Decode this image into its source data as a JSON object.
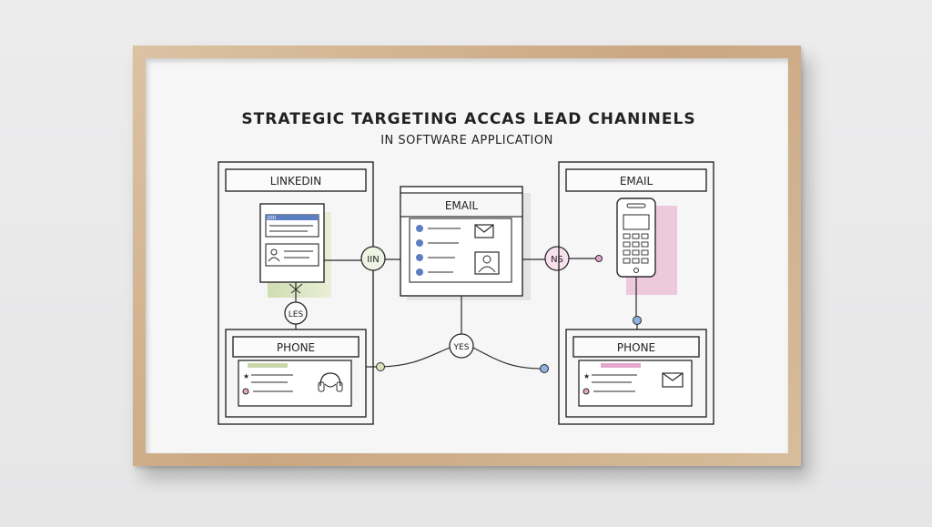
{
  "diagram": {
    "title": "STRATEGIC TARGETING ACCAS LEAD CHANINELS",
    "subtitle": "IN SOFTWARE APPLICATION",
    "left_panel": {
      "top_label": "LINKEDIN",
      "bottom_label": "PHONE",
      "card_tag": "JOD"
    },
    "center_panel": {
      "label": "EMAIL"
    },
    "right_panel": {
      "top_label": "EMAIL",
      "bottom_label": "PHONE"
    },
    "connectors": {
      "left_node": "IIN",
      "center_node": "YES",
      "left_down_node": "LES",
      "right_node": "NS"
    },
    "colors": {
      "ink": "#2a2a2a",
      "accent_blue": "#5b7fc2",
      "accent_pink": "#e4a7cb",
      "accent_green": "#c9d7a9",
      "frame_wood": "#cfae88"
    }
  }
}
